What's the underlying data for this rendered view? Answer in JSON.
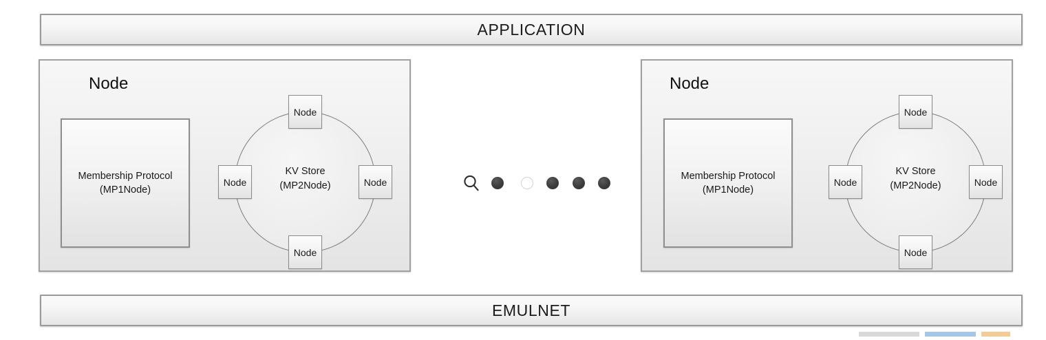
{
  "diagram": {
    "title": "Layered distributed system architecture",
    "layers": {
      "top": {
        "label": "APPLICATION",
        "name": "application-layer-bar"
      },
      "bottom": {
        "label": "EMULNET",
        "name": "emulnet-layer-bar"
      }
    },
    "nodes": [
      {
        "title": "Node",
        "membership_protocol": {
          "line1": "Membership Protocol",
          "line2": "(MP1Node)"
        },
        "kv_store": {
          "line1": "KV Store",
          "line2": "(MP2Node)",
          "ring_nodes": [
            {
              "label": "Node",
              "position": "north"
            },
            {
              "label": "Node",
              "position": "east"
            },
            {
              "label": "Node",
              "position": "south"
            },
            {
              "label": "Node",
              "position": "west"
            }
          ]
        }
      },
      {
        "title": "Node",
        "membership_protocol": {
          "line1": "Membership Protocol",
          "line2": "(MP1Node)"
        },
        "kv_store": {
          "line1": "KV Store",
          "line2": "(MP2Node)",
          "ring_nodes": [
            {
              "label": "Node",
              "position": "north"
            },
            {
              "label": "Node",
              "position": "east"
            },
            {
              "label": "Node",
              "position": "south"
            },
            {
              "label": "Node",
              "position": "west"
            }
          ]
        }
      }
    ],
    "middle_ellipsis": {
      "icon": "search-icon",
      "dots": [
        {
          "state": "filled"
        },
        {
          "state": "hollow"
        },
        {
          "state": "filled"
        },
        {
          "state": "filled"
        },
        {
          "state": "filled"
        }
      ]
    },
    "colors": {
      "panel_border": "#8c8c8c",
      "bar_border": "#9a9a9a",
      "container_border": "#a0a0a0",
      "ring_stroke": "#7d7d7d",
      "text": "#1a1a1a",
      "dot_filled": "#3c3c3c",
      "dot_hollow_border": "#d2d2d2",
      "background": "#ffffff"
    }
  }
}
